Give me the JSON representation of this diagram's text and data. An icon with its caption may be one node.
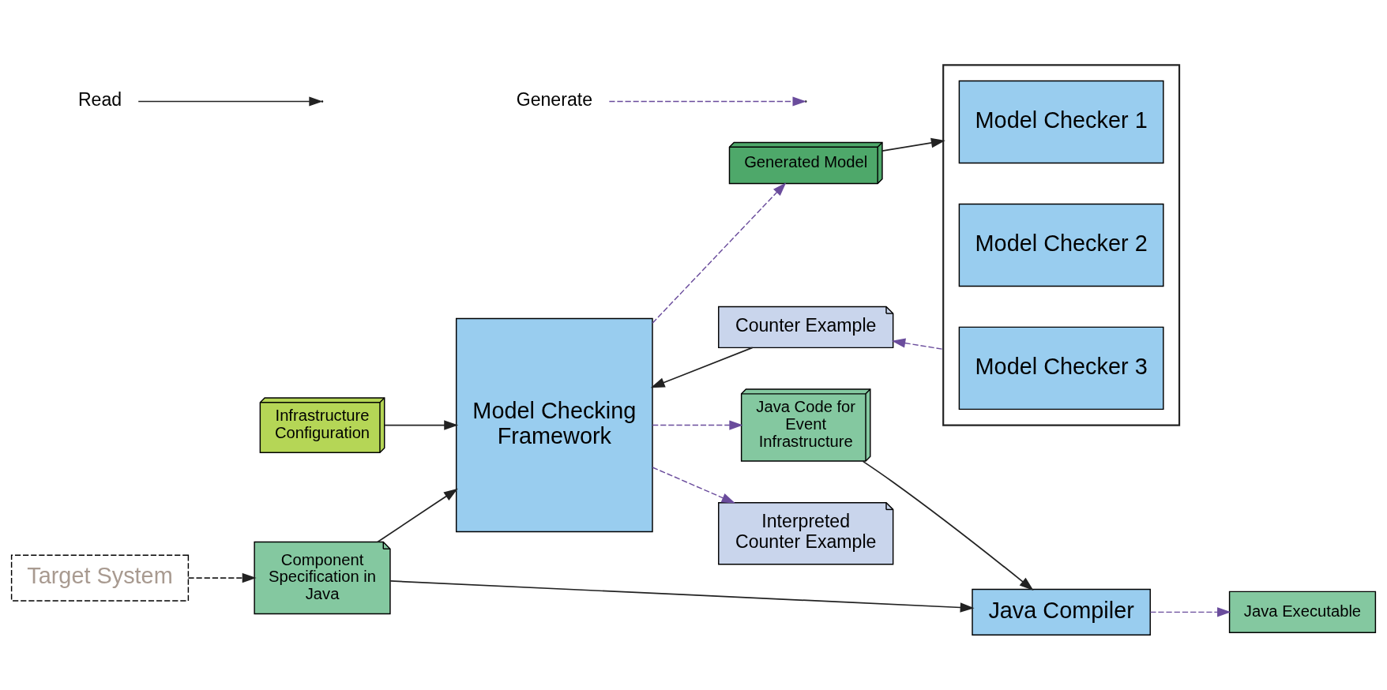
{
  "diagram": {
    "nodes": [
      {
        "text": [
          "Target System"
        ]
      },
      {
        "text": [
          "Infrastructure Configuration"
        ]
      },
      {
        "text": [
          "Component Specification in Java"
        ]
      },
      {
        "text": [
          "Model Checking Framework"
        ]
      },
      {
        "text": [
          "Generated Model"
        ]
      },
      {
        "text": [],
        "shape": "box"
      },
      {
        "text": [
          "Model Checker 1"
        ],
        "in": 5
      },
      {
        "text": [
          "Model Checker 2"
        ],
        "in": 5
      },
      {
        "text": [
          "Model Checker 3"
        ],
        "in": 5
      },
      {
        "text": [
          "Java Code for Event Infrastructure"
        ]
      },
      {
        "text": [
          "Counter Example"
        ]
      },
      {
        "text": [
          "Java Compiler"
        ]
      },
      {
        "text": [
          "Java Executable"
        ]
      },
      {
        "text": [
          "Interpreted Counter Example"
        ]
      }
    ],
    "edges": [
      {
        "from": 0,
        "to": 2,
        "arrow": "to",
        "style": "dashed"
      },
      {
        "from": 1,
        "to": 3,
        "arrow": "to"
      },
      {
        "from": 2,
        "to": 3,
        "arrow": "to"
      },
      {
        "from": 3,
        "to": 4,
        "arrow": "to",
        "style": "dashed",
        "color": "#6a4c9c"
      },
      {
        "from": 4,
        "to": 5,
        "arrow": "to"
      },
      {
        "from": 5,
        "to": 10,
        "arrow": "to",
        "style": "dashed",
        "color": "#6a4c9c"
      },
      {
        "from": 10,
        "to": 3,
        "arrow": "to"
      },
      {
        "from": 3,
        "to": 9,
        "arrow": "to",
        "style": "dashed",
        "color": "#6a4c9c"
      },
      {
        "from": 2,
        "to": 11,
        "arrow": "to"
      },
      {
        "from": 9,
        "to": 11,
        "arrow": "to"
      },
      {
        "from": 11,
        "to": 12,
        "arrow": "to",
        "style": "dashed",
        "color": "#6a4c9c"
      },
      {
        "from": 3,
        "to": 13,
        "arrow": "to",
        "style": "dashed",
        "color": "#6a4c9c"
      }
    ],
    "legend": [
      {
        "text": "Read"
      },
      {
        "text": "Generate"
      }
    ]
  }
}
